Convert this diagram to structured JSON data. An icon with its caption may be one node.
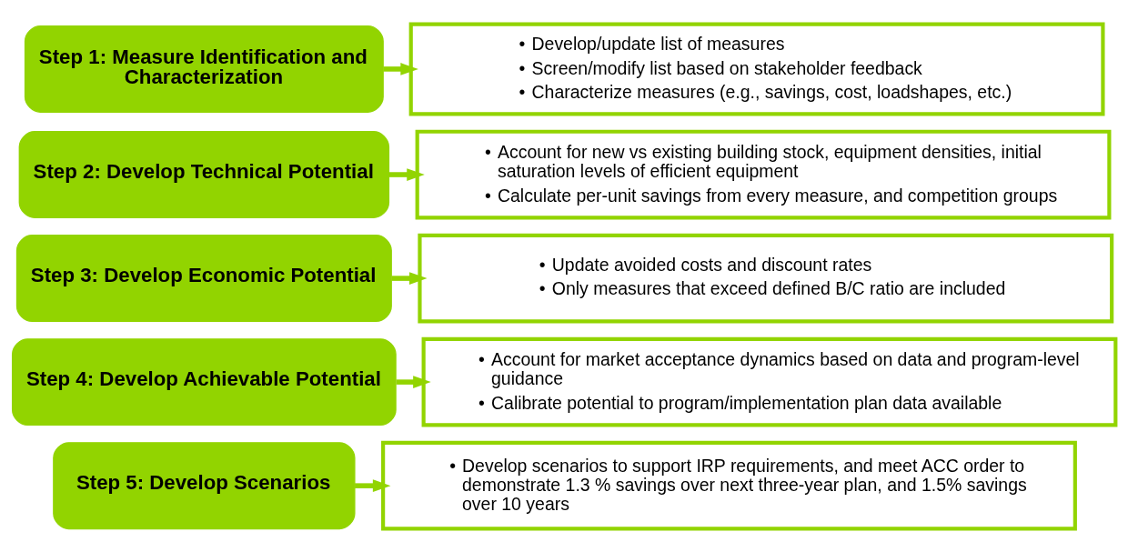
{
  "diagram": {
    "nodes": [
      {
        "text": [
          "Step 1: Measure Identification and Characterization"
        ]
      },
      {
        "text": [
          "• Develop/update list of measures",
          "• Screen/modify list based on stakeholder feedback",
          "• Characterize measures (e.g., savings, cost, loadshapes, etc.)"
        ]
      },
      {
        "text": [
          "Step 2: Develop Technical Potential"
        ]
      },
      {
        "text": [
          "• Account for new vs existing building stock, equipment densities, initial saturation levels of efficient equipment",
          "• Calculate per-unit savings from every measure, and competition groups"
        ]
      },
      {
        "text": [
          "Step 3: Develop Economic Potential"
        ]
      },
      {
        "text": [
          "• Update avoided costs and discount rates",
          "• Only measures that exceed defined B/C ratio are included"
        ]
      },
      {
        "text": [
          "Step 4: Develop Achievable Potential"
        ]
      },
      {
        "text": [
          "• Account for market acceptance dynamics based on data and program-level guidance",
          "• Calibrate potential to program/implementation plan data available"
        ]
      },
      {
        "text": [
          "Step 5: Develop Scenarios"
        ]
      },
      {
        "text": [
          "• Develop scenarios to support IRP requirements, and meet ACC order to demonstrate 1.3 % savings over next three-year plan, and 1.5% savings over 10 years"
        ]
      }
    ],
    "edges": [
      {
        "from": 0,
        "to": 1,
        "arrow": "to"
      },
      {
        "from": 2,
        "to": 3,
        "arrow": "to"
      },
      {
        "from": 4,
        "to": 5,
        "arrow": "to"
      },
      {
        "from": 6,
        "to": 7,
        "arrow": "to"
      },
      {
        "from": 8,
        "to": 9,
        "arrow": "to"
      }
    ]
  }
}
